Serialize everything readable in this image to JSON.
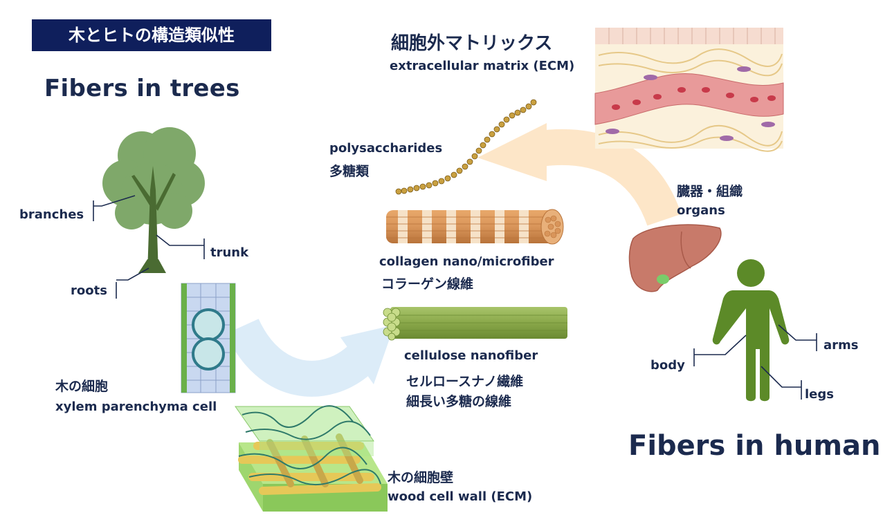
{
  "badge": {
    "text": "木とヒトの構造類似性"
  },
  "trees": {
    "heading": "Fibers in trees",
    "labels": {
      "branches": "branches",
      "trunk": "trunk",
      "roots": "roots"
    }
  },
  "human": {
    "heading": "Fibers in human",
    "labels": {
      "arms": "arms",
      "body": "body",
      "legs": "legs"
    }
  },
  "ecm": {
    "jp": "細胞外マトリックス",
    "en": "extracellular matrix (ECM)"
  },
  "polysaccharides": {
    "en": "polysaccharides",
    "jp": "多糖類"
  },
  "organs": {
    "jp": "臓器・組織",
    "en": "organs"
  },
  "collagen": {
    "en": "collagen nano/microfiber",
    "jp": "コラーゲン線維"
  },
  "cellulose": {
    "en": "cellulose nanofiber",
    "jp1": "セルロースナノ繊維",
    "jp2": "細長い多糖の線維"
  },
  "xylem": {
    "jp": "木の細胞",
    "en": "xylem parenchyma cell"
  },
  "cellwall": {
    "jp": "木の細胞壁",
    "en": "wood cell wall (ECM)"
  },
  "colors": {
    "navy": "#0f1f5c",
    "text": "#1b2a4e",
    "tree_leaf": "#7fa86a",
    "tree_trunk": "#4a6b32",
    "human": "#5c8a28",
    "collagen": "#d9955a",
    "cellulose": "#8aa84a",
    "arrow_orange": "#fde6c8",
    "arrow_blue": "#dcecf8"
  }
}
